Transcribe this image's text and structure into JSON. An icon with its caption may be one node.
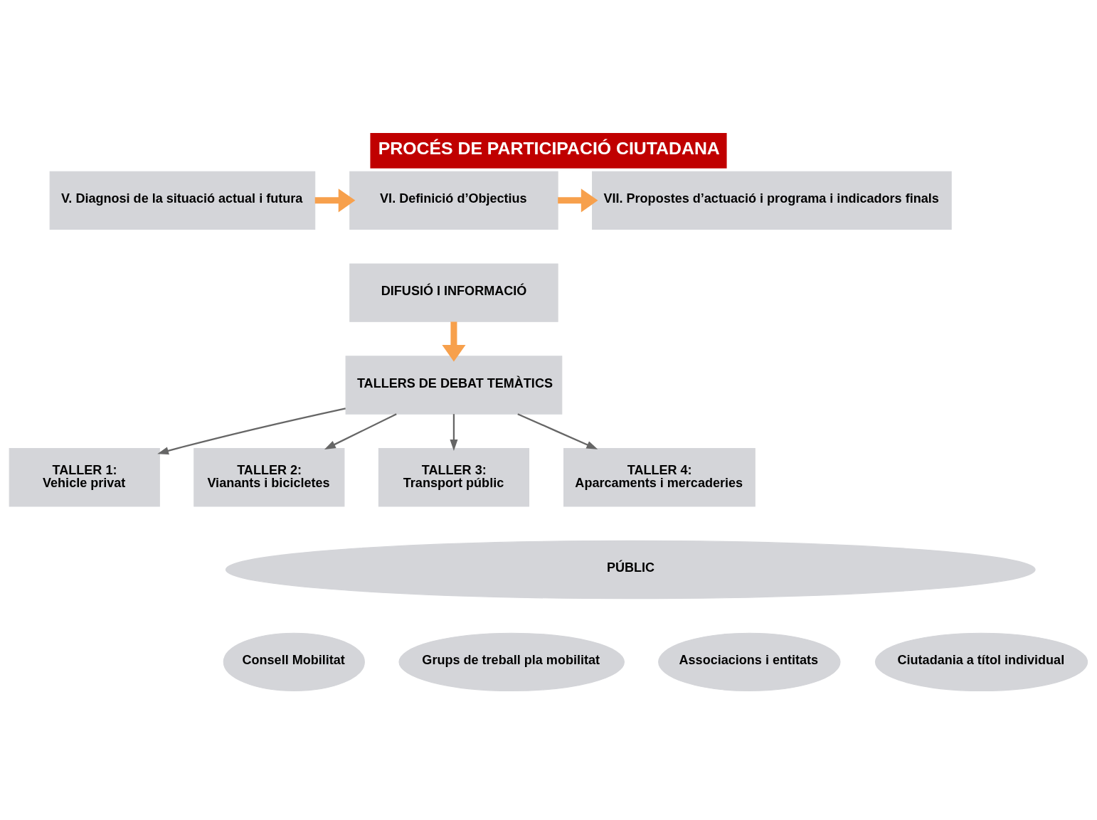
{
  "diagram": {
    "title": "PROCÉS DE PARTICIPACIÓ CIUTADANA",
    "nodes": [
      {
        "text": [
          "V. Diagnosi de la situació actual i futura"
        ]
      },
      {
        "text": [
          "VI. Definició d’Objectius"
        ]
      },
      {
        "text": [
          "VII. Propostes d’actuació i programa i indicadors finals"
        ]
      },
      {
        "text": [
          "DIFUSIÓ I INFORMACIÓ"
        ]
      },
      {
        "text": [
          "TALLERS DE DEBAT TEMÀTICS"
        ]
      },
      {
        "text": [
          "TALLER 1:",
          "Vehicle privat"
        ]
      },
      {
        "text": [
          "TALLER 2:",
          "Vianants i bicicletes"
        ]
      },
      {
        "text": [
          "TALLER 3:",
          "Transport públic"
        ]
      },
      {
        "text": [
          "TALLER 4:",
          "Aparcaments i mercaderies"
        ]
      },
      {
        "text": [
          "PÚBLIC"
        ]
      },
      {
        "text": [
          "Consell Mobilitat"
        ]
      },
      {
        "text": [
          "Grups de treball pla mobilitat"
        ]
      },
      {
        "text": [
          "Associacions i entitats"
        ]
      },
      {
        "text": [
          "Ciutadania a títol individual"
        ]
      }
    ],
    "edges": [
      {
        "from": 0,
        "to": 1,
        "arrow": "to",
        "style": "thick",
        "color": "#f7a04c"
      },
      {
        "from": 1,
        "to": 2,
        "arrow": "to",
        "style": "thick",
        "color": "#f7a04c"
      },
      {
        "from": 3,
        "to": 4,
        "arrow": "to",
        "style": "thick",
        "color": "#f7a04c"
      },
      {
        "from": 4,
        "to": 5,
        "arrow": "to"
      },
      {
        "from": 4,
        "to": 6,
        "arrow": "to"
      },
      {
        "from": 4,
        "to": 7,
        "arrow": "to"
      },
      {
        "from": 4,
        "to": 8,
        "arrow": "to"
      }
    ]
  }
}
